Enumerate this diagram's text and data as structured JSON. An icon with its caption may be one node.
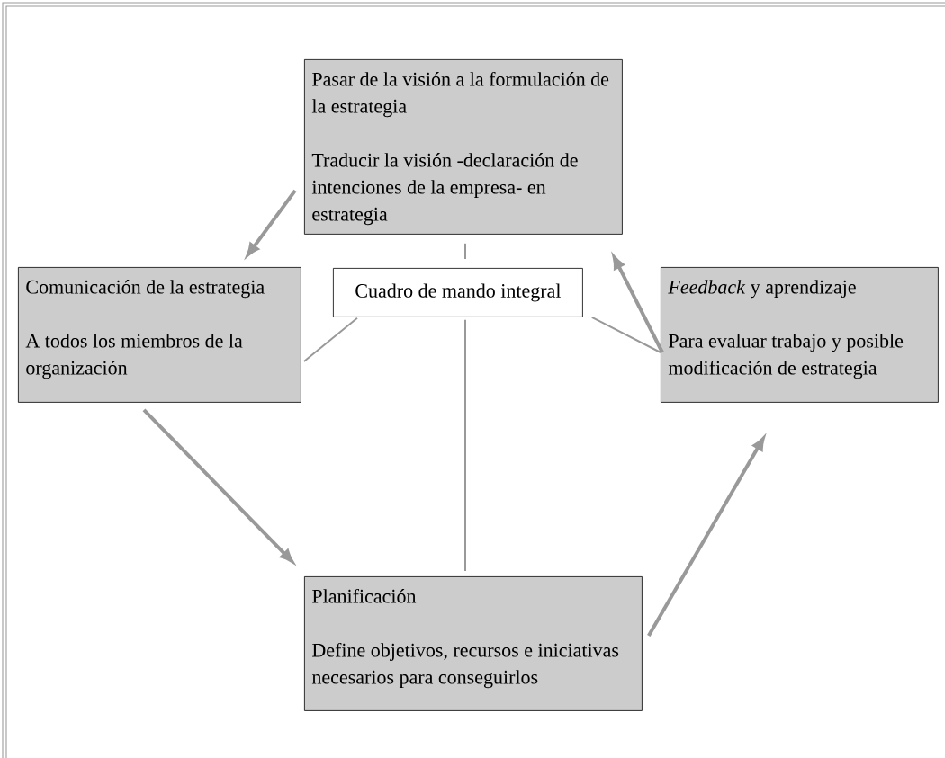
{
  "diagram": {
    "nodes": [
      {
        "text": [
          "Pasar de la visión a la formulación de la estrategia",
          "Traducir la visión -declaración de intenciones de la empresa- en estrategia"
        ]
      },
      {
        "text": [
          "Comunicación de la estrategia",
          "A todos los miembros de la organización"
        ]
      },
      {
        "text": [
          "Cuadro de mando integral"
        ]
      },
      {
        "text": [
          "*Feedback* y aprendizaje",
          "Para evaluar trabajo y posible modificación de estrategia"
        ]
      },
      {
        "text": [
          "Planificación",
          "Define objetivos, recursos e iniciativas necesarios para conseguirlos"
        ]
      }
    ],
    "edges": [
      {
        "from": 0,
        "to": 1,
        "arrow": "to",
        "style": "thick"
      },
      {
        "from": 1,
        "to": 4,
        "arrow": "to",
        "style": "thick"
      },
      {
        "from": 4,
        "to": 3,
        "arrow": "to",
        "style": "thick"
      },
      {
        "from": 3,
        "to": 0,
        "arrow": "to",
        "style": "thick"
      },
      {
        "from": 2,
        "to": 0,
        "arrow": "none"
      },
      {
        "from": 2,
        "to": 1,
        "arrow": "none"
      },
      {
        "from": 2,
        "to": 3,
        "arrow": "none"
      },
      {
        "from": 2,
        "to": 4,
        "arrow": "none"
      }
    ]
  }
}
